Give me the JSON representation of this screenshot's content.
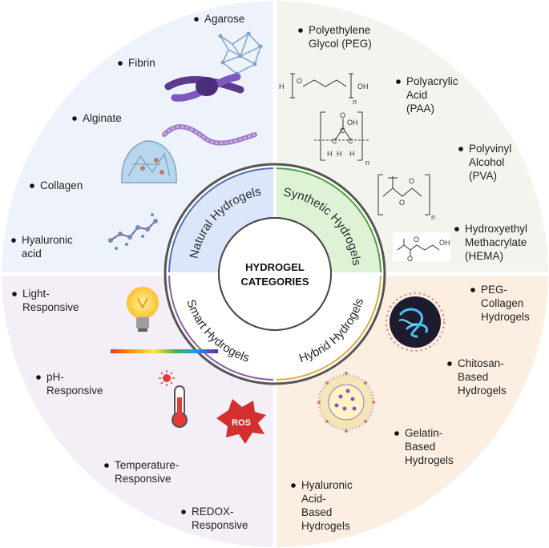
{
  "center": {
    "line1": "HYDROGEL",
    "line2": "CATEGORIES"
  },
  "quadrants": {
    "natural": {
      "title": "Natural Hydrogels",
      "bg": "#eef3fb",
      "ring": "#dbe6fa",
      "stroke": "#5470b0",
      "items": [
        {
          "label": "Agarose",
          "icon": "agarose-network-icon"
        },
        {
          "label": "Fibrin",
          "icon": "fibrin-knot-icon"
        },
        {
          "label": "Alginate",
          "icon": "alginate-strand-icon"
        },
        {
          "label": "Collagen",
          "icon": "collagen-mesh-icon"
        },
        {
          "label": "Hyaluronic acid",
          "icon": "hyaluronic-chain-icon"
        }
      ]
    },
    "synthetic": {
      "title": "Synthetic Hydrogels",
      "bg": "#f1f5ed",
      "ring": "#def3d6",
      "stroke": "#4f9e3f",
      "items": [
        {
          "label": "Polyethylene Glycol (PEG)",
          "icon": "peg-structure-icon"
        },
        {
          "label": "Polyacrylic Acid (PAA)",
          "icon": "paa-structure-icon"
        },
        {
          "label": "Polyvinyl Alcohol (PVA)",
          "icon": "pva-structure-icon"
        },
        {
          "label": "Hydroxyethyl Methacrylate (HEMA)",
          "icon": "hema-structure-icon"
        }
      ]
    },
    "smart": {
      "title": "Smart Hydrogels",
      "bg": "#f4eff6",
      "ring": "#ffffff",
      "stroke": "#8a5ca8",
      "items": [
        {
          "label": "Light-Responsive",
          "icon": "light-bulb-icon"
        },
        {
          "label": "pH-Responsive",
          "icon": "thermometer-icon"
        },
        {
          "label": "Temperature-Responsive",
          "icon": "ros-burst-icon"
        },
        {
          "label": "REDOX-Responsive",
          "icon": ""
        }
      ],
      "ros_label": "ROS"
    },
    "hybrid": {
      "title": "Hybrid Hydrogels",
      "bg": "#fcefe1",
      "ring": "#ffffff",
      "stroke": "#e0a93a",
      "items": [
        {
          "label": "PEG-Collagen Hydrogels",
          "icon": "peg-collagen-sphere-icon"
        },
        {
          "label": "Chitosan-Based Hydrogels",
          "icon": ""
        },
        {
          "label": "Gelatin-Based Hydrogels",
          "icon": "gelatin-nanoparticle-icon"
        },
        {
          "label": "Hyaluronic Acid-Based Hydrogels",
          "icon": ""
        }
      ]
    }
  },
  "chem_labels": {
    "peg_h": "H",
    "peg_o": "O",
    "peg_oh": "OH",
    "peg_n": "n",
    "paa_oh": "OH",
    "paa_c1": "C",
    "paa_o": "O",
    "paa_c2": "C",
    "paa_c3": "C",
    "paa_h1": "H",
    "paa_h2": "H",
    "paa_h3": "H",
    "paa_n": "n",
    "pva_o1": "O",
    "pva_o2": "O",
    "pva_n": "n",
    "hema_o1": "O",
    "hema_o2": "O",
    "hema_oh": "OH"
  }
}
